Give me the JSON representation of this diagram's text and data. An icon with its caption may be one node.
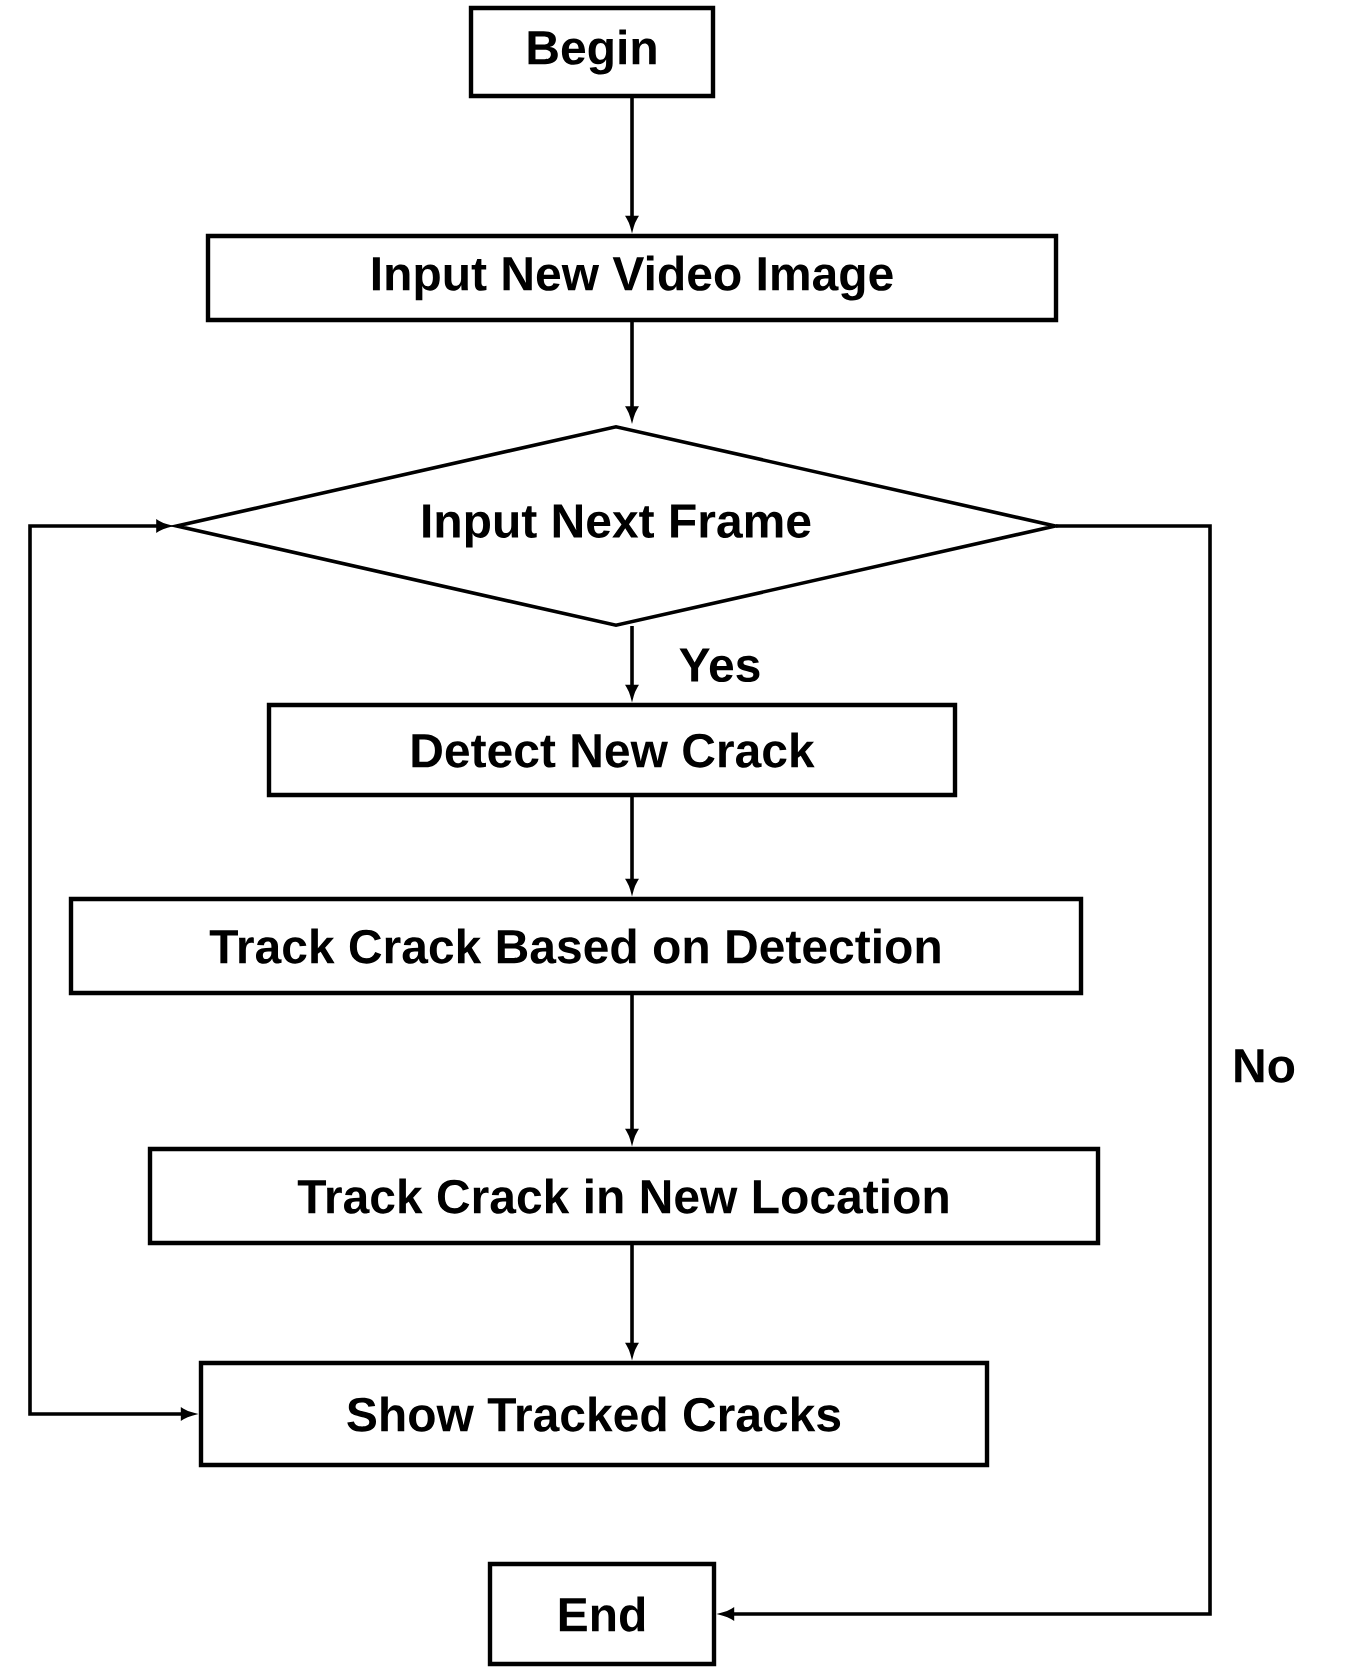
{
  "diagram": {
    "nodes": [
      {
        "text": [
          "Begin"
        ]
      },
      {
        "text": [
          "Input New Video Image"
        ]
      },
      {
        "text": [
          "Input Next Frame"
        ]
      },
      {
        "text": [
          "Detect New Crack"
        ]
      },
      {
        "text": [
          "Track Crack Based on Detection"
        ]
      },
      {
        "text": [
          "Track Crack in New Location"
        ]
      },
      {
        "text": [
          "Show Tracked Cracks"
        ]
      },
      {
        "text": [
          "End"
        ]
      }
    ],
    "edges": [
      {
        "from": 0,
        "to": 1,
        "arrow": "to"
      },
      {
        "from": 1,
        "to": 2,
        "arrow": "to"
      },
      {
        "from": 2,
        "to": 3,
        "arrow": "to",
        "label": "Yes"
      },
      {
        "from": 3,
        "to": 4,
        "arrow": "to"
      },
      {
        "from": 4,
        "to": 5,
        "arrow": "to"
      },
      {
        "from": 5,
        "to": 6,
        "arrow": "to"
      },
      {
        "from": 6,
        "to": 2,
        "arrow": "both"
      },
      {
        "from": 2,
        "to": 7,
        "arrow": "to",
        "label": "No"
      }
    ]
  }
}
